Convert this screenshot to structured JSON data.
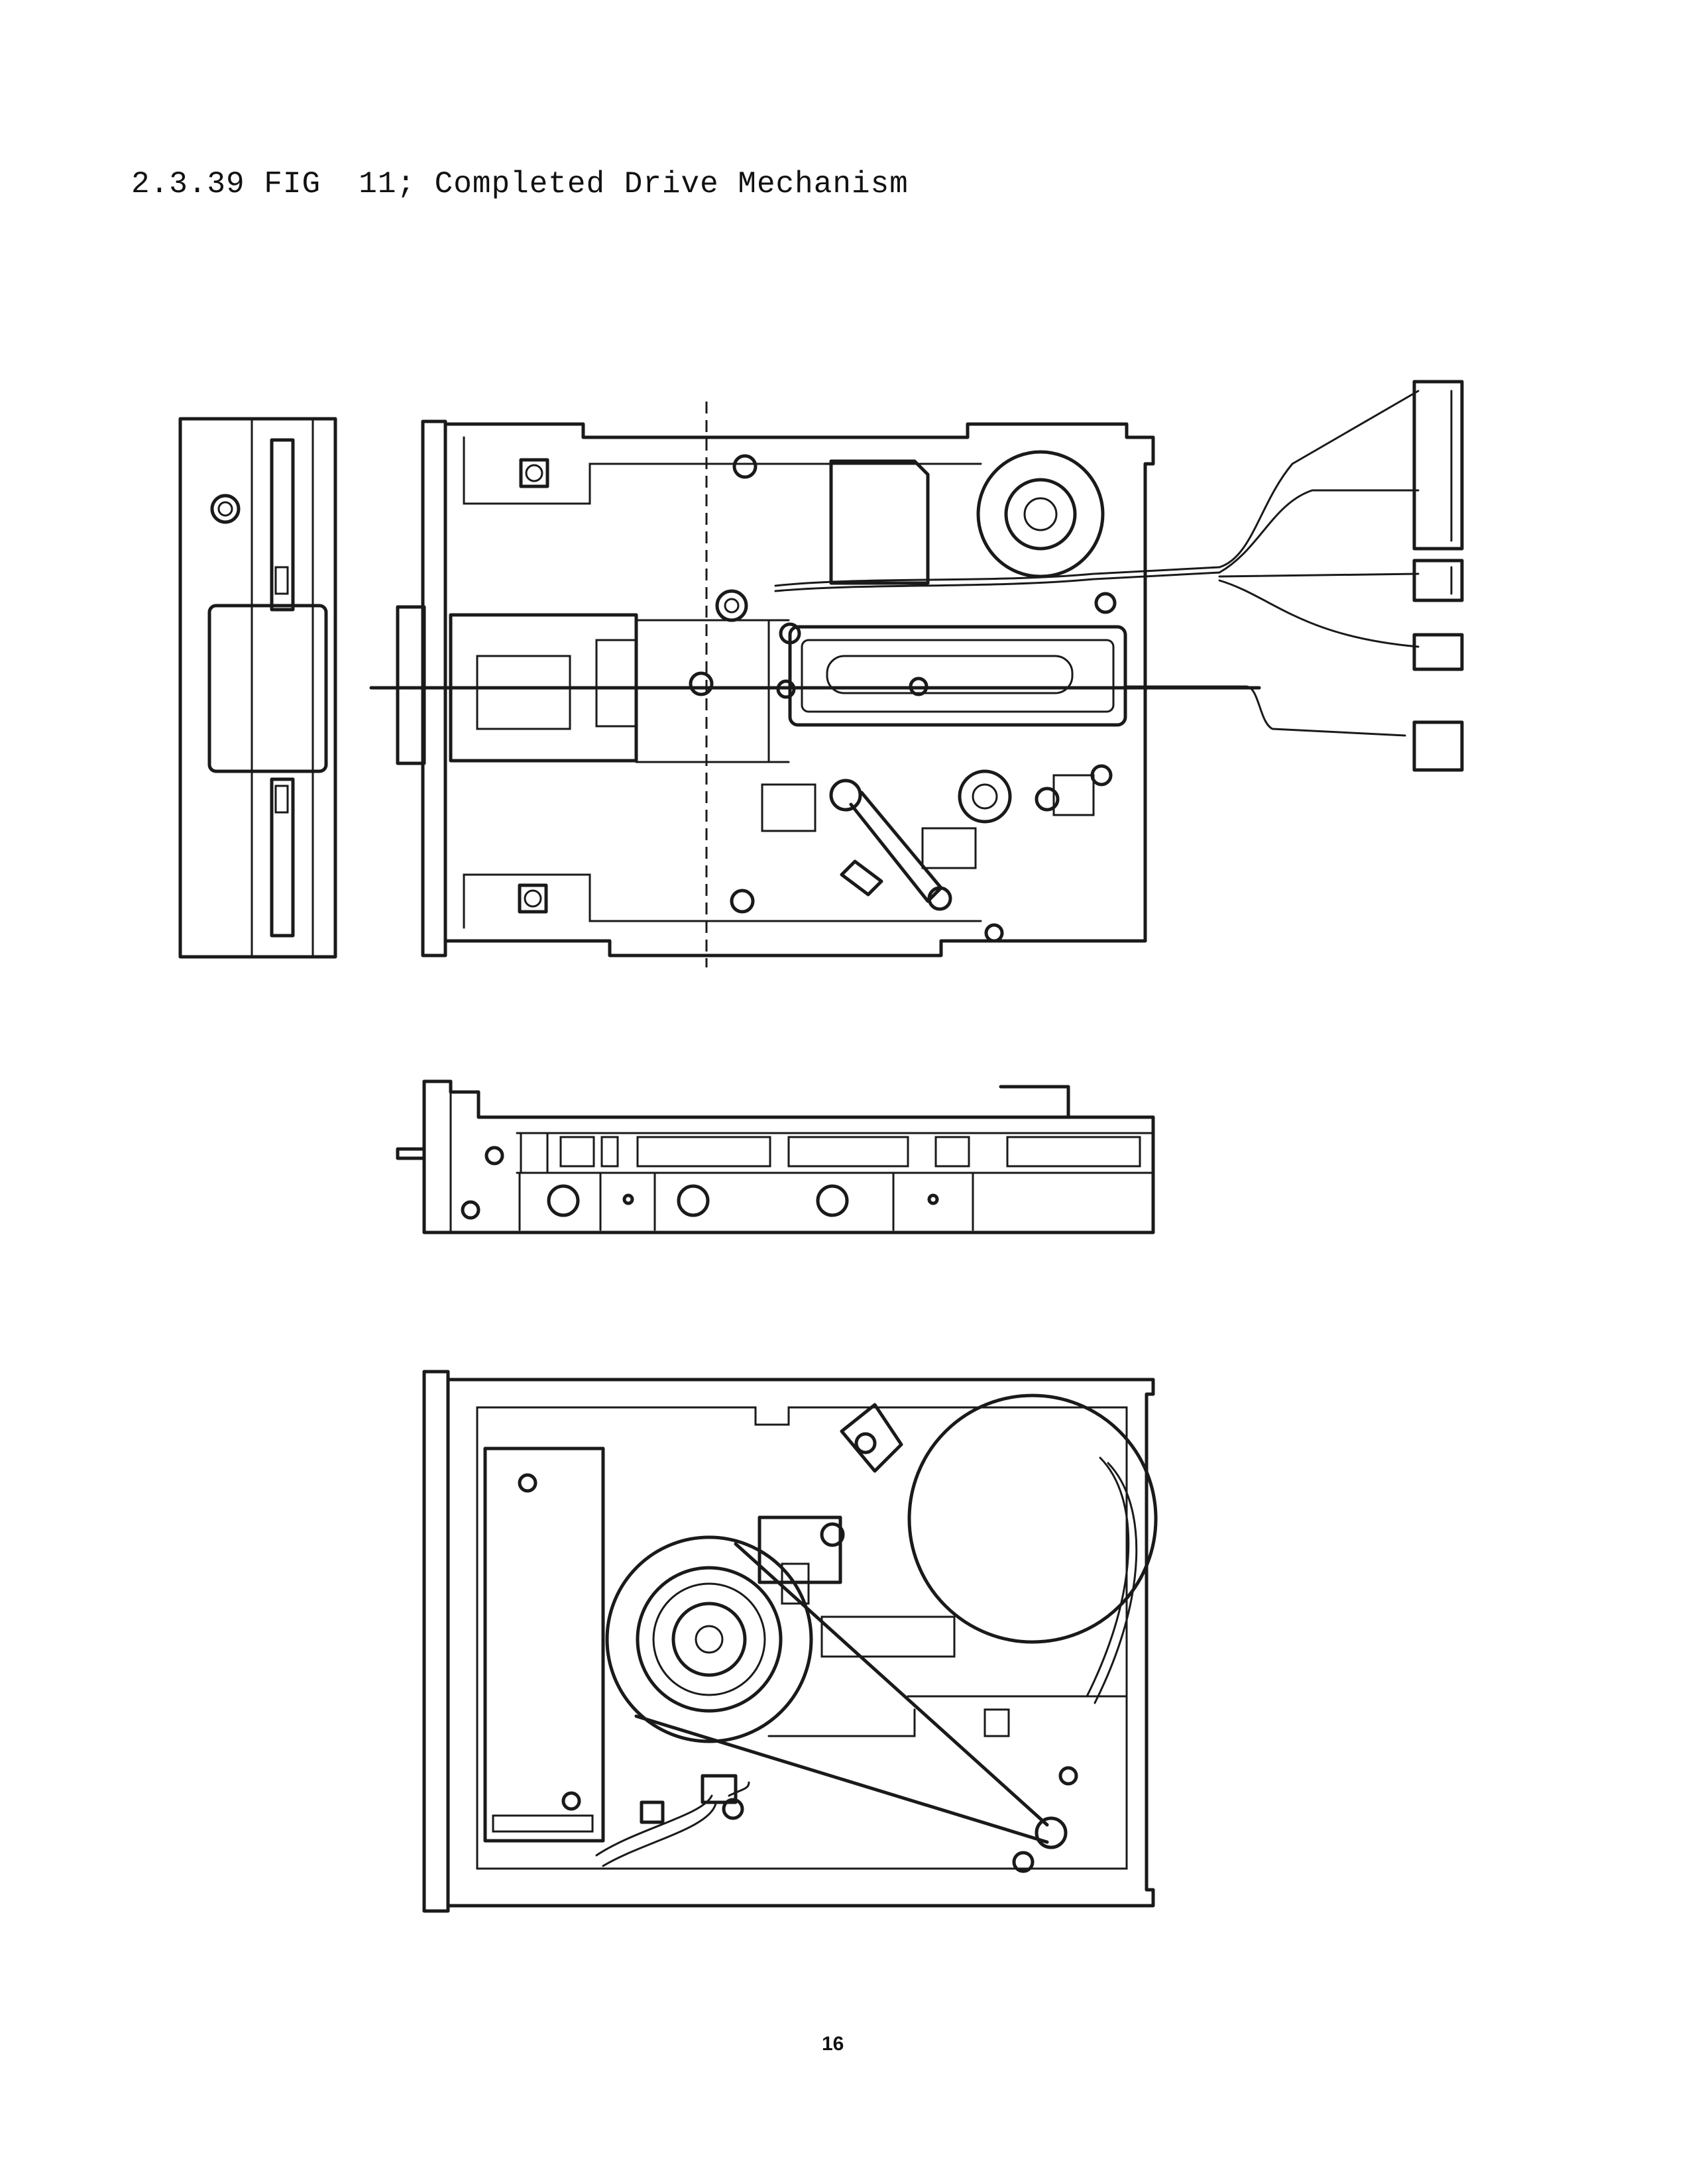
{
  "caption": "2.3.39 FIG  11; Completed Drive Mechanism",
  "page_number": "16",
  "figure": {
    "views": [
      "front-panel-view",
      "top-view",
      "side-view",
      "bottom-view"
    ],
    "icons": [
      "screw-icon",
      "connector-icon",
      "spindle-motor-icon",
      "stepper-motor-icon",
      "circuit-board-icon"
    ]
  }
}
